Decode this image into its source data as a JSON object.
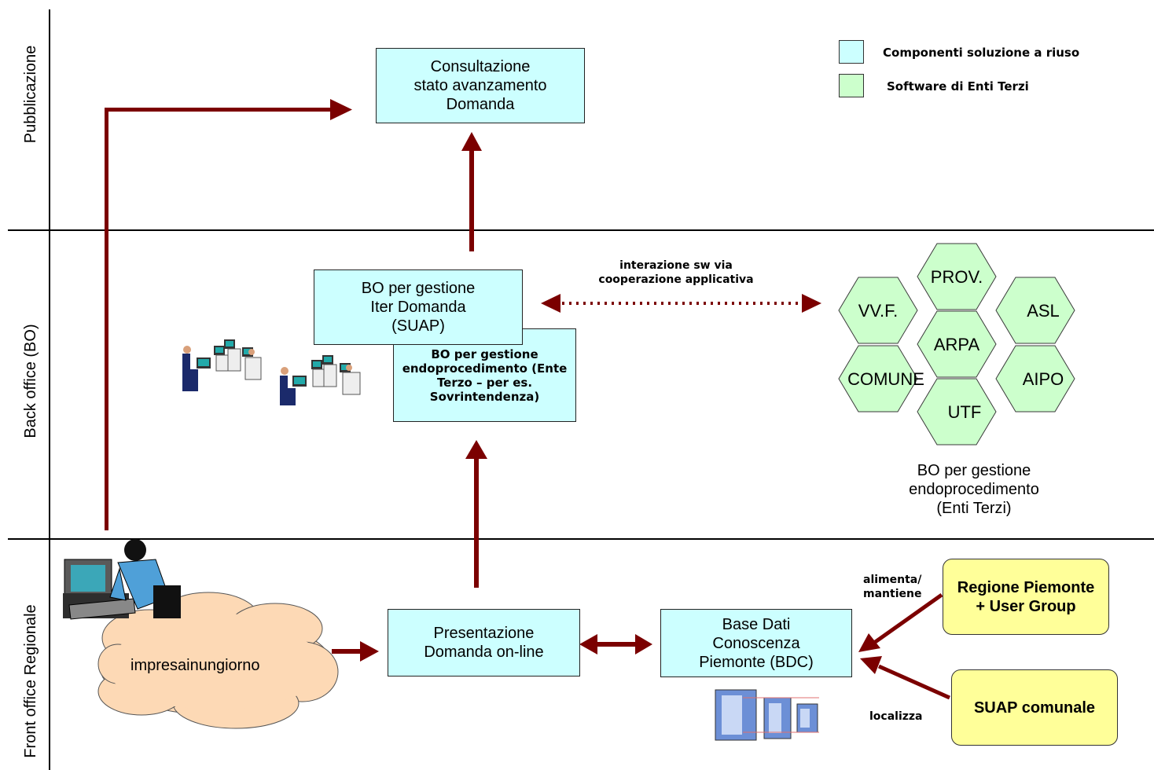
{
  "lanes": {
    "top": "Pubblicazione",
    "middle": "Back office (BO)",
    "bottom": "Front office Regionale"
  },
  "legend": {
    "items": [
      {
        "label": "Componenti soluzione a riuso",
        "color": "#ccffff"
      },
      {
        "label": "Software di Enti Terzi",
        "color": "#ccffcc"
      }
    ]
  },
  "boxes": {
    "consultazione": "Consultazione\nstato avanzamento\nDomanda",
    "bo_suap": "BO per gestione\nIter Domanda\n(SUAP)",
    "bo_endo": "BO per gestione\nendoprocedimento (Ente\nTerzo – per es.\nSovrintendenza)",
    "presentazione": "Presentazione\nDomanda on-line",
    "bdc": "Base Dati\nConoscenza\nPiemonte (BDC)",
    "regione": "Regione Piemonte\n+ User Group",
    "suap_comunale": "SUAP comunale"
  },
  "labels": {
    "interazione": "interazione sw via\ncooperazione applicativa",
    "bo_enti_terzi": "BO per gestione\nendoprocedimento\n(Enti Terzi)",
    "alimenta": "alimenta/\nmantiene",
    "localizza": "localizza",
    "cloud": "impresainungiorno"
  },
  "hexagons": {
    "prov": "PROV.",
    "vvf": "VV.F.",
    "asl": "ASL",
    "arpa": "ARPA",
    "comune": "COMUNE",
    "aipo": "AIPO",
    "utf": "UTF"
  },
  "colors": {
    "arrow": "#7b0000",
    "cyan_box": "#ccffff",
    "green_hex": "#ccffcc",
    "yellow_box": "#ffff99",
    "cloud": "#fdd9b5"
  }
}
